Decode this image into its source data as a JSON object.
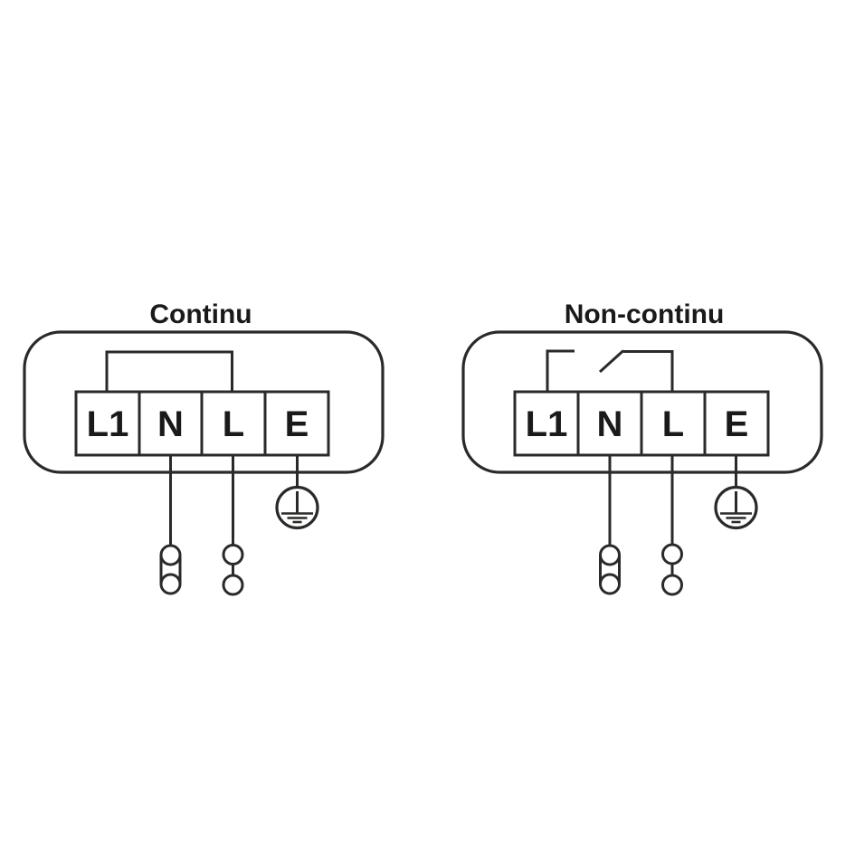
{
  "colors": {
    "line": "#2b2a29",
    "text": "#1a1a1a",
    "background": "#ffffff"
  },
  "diagrams": [
    {
      "title": "Continu",
      "bridge_type": "continuous-jumper",
      "terminals": [
        {
          "label": "L1"
        },
        {
          "label": "N"
        },
        {
          "label": "L"
        },
        {
          "label": "E"
        }
      ],
      "icons": {
        "earth": "protective-earth-icon",
        "neutral_end": "capsule-double-circle-connector-icon",
        "line_end": "double-circle-connector-icon"
      }
    },
    {
      "title": "Non-continu",
      "bridge_type": "open-switch-jumper",
      "terminals": [
        {
          "label": "L1"
        },
        {
          "label": "N"
        },
        {
          "label": "L"
        },
        {
          "label": "E"
        }
      ],
      "icons": {
        "switch": "open-switch-contact-icon",
        "earth": "protective-earth-icon",
        "neutral_end": "capsule-double-circle-connector-icon",
        "line_end": "double-circle-connector-icon"
      }
    }
  ]
}
